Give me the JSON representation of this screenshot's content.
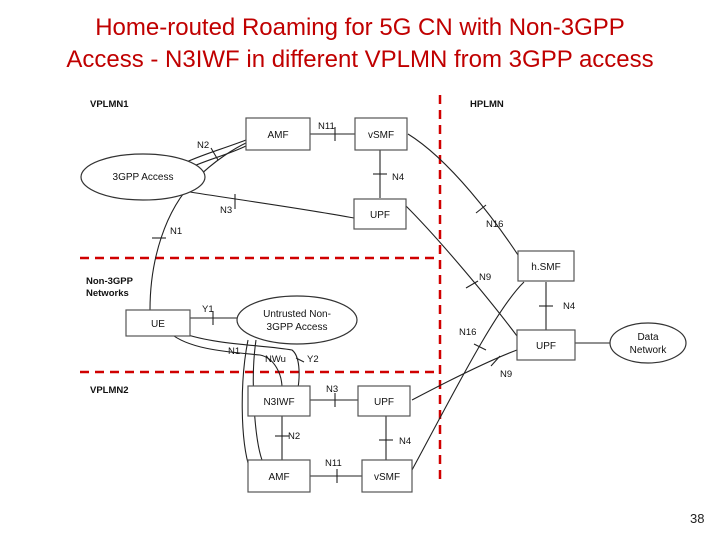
{
  "title": {
    "line1": "Home-routed Roaming for 5G CN with Non-3GPP",
    "line2": "Access - N3IWF in different VPLMN from 3GPP access"
  },
  "regions": {
    "vplmn1": "VPLMN1",
    "hplmn": "HPLMN",
    "non3gpp_line1": "Non-3GPP",
    "non3gpp_line2": "Networks",
    "vplmn2": "VPLMN2"
  },
  "nodes": {
    "amf1": "AMF",
    "vsmf1": "vSMF",
    "access_3gpp": "3GPP Access",
    "upf1": "UPF",
    "hsmf": "h.SMF",
    "ue": "UE",
    "untrusted_line1": "Untrusted Non-",
    "untrusted_line2": "3GPP Access",
    "hupf": "UPF",
    "dn_line1": "Data",
    "dn_line2": "Network",
    "n3iwf": "N3IWF",
    "upf2": "UPF",
    "amf2": "AMF",
    "vsmf2": "vSMF"
  },
  "interfaces": {
    "n11_top": "N11",
    "n2_top": "N2",
    "n4_top": "N4",
    "n3_top": "N3",
    "n1_top": "N1",
    "n16_top": "N16",
    "n9_top": "N9",
    "n4_hplmn": "N4",
    "y1": "Y1",
    "n16_bottom": "N16",
    "n1_bottom": "N1",
    "nwu": "NWu",
    "y2": "Y2",
    "n9_bottom": "N9",
    "n3_bottom": "N3",
    "n2_bottom": "N2",
    "n4_bottom": "N4",
    "n11_bottom": "N11"
  },
  "page_number": "38",
  "colors": {
    "title": "#c00000",
    "border": "#d00000"
  }
}
